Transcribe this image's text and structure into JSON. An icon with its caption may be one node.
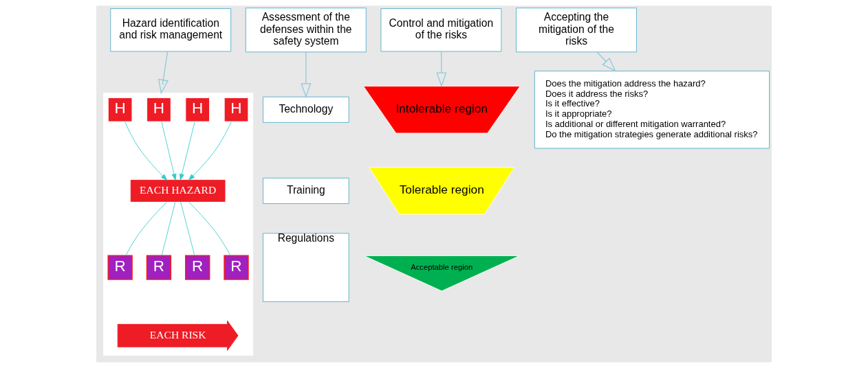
{
  "diagram": {
    "nodes": [
      {
        "text": [
          "Hazard identification and risk management"
        ]
      },
      {
        "text": [
          "Assessment of the defenses within the safety system"
        ]
      },
      {
        "text": [
          "Control and mitigation of the risks"
        ]
      },
      {
        "text": [
          "Accepting the mitigation of the risks"
        ]
      },
      {
        "text": [],
        "shape": "box"
      },
      {
        "text": [
          "H"
        ],
        "in": 4
      },
      {
        "text": [
          "H"
        ],
        "in": 4
      },
      {
        "text": [
          "H"
        ],
        "in": 4
      },
      {
        "text": [
          "H"
        ],
        "in": 4
      },
      {
        "text": [
          "EACH HAZARD"
        ],
        "in": 4
      },
      {
        "text": [
          "R"
        ],
        "in": 4
      },
      {
        "text": [
          "R"
        ],
        "in": 4
      },
      {
        "text": [
          "R"
        ],
        "in": 4
      },
      {
        "text": [
          "R"
        ],
        "in": 4
      },
      {
        "text": [
          "EACH RISK"
        ],
        "in": 4
      },
      {
        "text": [
          "Technology"
        ]
      },
      {
        "text": [
          "Training"
        ]
      },
      {
        "text": [
          "Regulations"
        ]
      },
      {
        "text": [
          "Intolerable region"
        ]
      },
      {
        "text": [
          "Tolerable region"
        ]
      },
      {
        "text": [
          "Acceptable region"
        ]
      },
      {
        "text": [
          "Does the mitigation address the hazard?",
          "Does it address the risks?",
          "Is it effective?",
          "Is it appropriate?",
          "Is additional or different mitigation warranted?",
          "Do the mitigation strategies generate additional risks?"
        ]
      }
    ],
    "edges": [
      {
        "from": 0,
        "to": 4,
        "arrow": "to",
        "color": "#8fc9d9"
      },
      {
        "from": 1,
        "to": 15,
        "arrow": "to",
        "color": "#8fc9d9"
      },
      {
        "from": 2,
        "to": 18,
        "arrow": "to",
        "color": "#8fc9d9"
      },
      {
        "from": 3,
        "to": 21,
        "arrow": "to",
        "color": "#8fc9d9"
      },
      {
        "from": 5,
        "to": 9,
        "arrow": "to"
      },
      {
        "from": 6,
        "to": 9,
        "arrow": "to"
      },
      {
        "from": 7,
        "to": 9,
        "arrow": "to"
      },
      {
        "from": 8,
        "to": 9,
        "arrow": "to"
      },
      {
        "from": 9,
        "to": 10,
        "arrow": "none"
      },
      {
        "from": 9,
        "to": 11,
        "arrow": "none"
      },
      {
        "from": 9,
        "to": 12,
        "arrow": "none"
      },
      {
        "from": 9,
        "to": 13,
        "arrow": "none"
      }
    ]
  }
}
